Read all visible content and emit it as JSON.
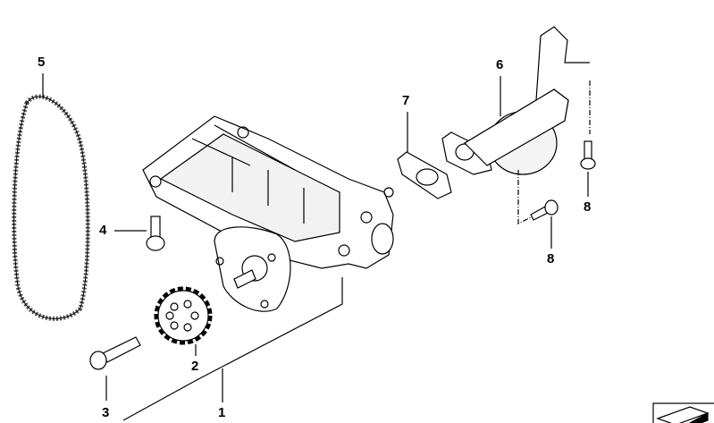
{
  "callouts": [
    {
      "id": "5",
      "text": "5"
    },
    {
      "id": "7",
      "text": "7"
    },
    {
      "id": "6",
      "text": "6"
    },
    {
      "id": "4",
      "text": "4"
    },
    {
      "id": "8a",
      "text": "8"
    },
    {
      "id": "8b",
      "text": "8"
    },
    {
      "id": "2",
      "text": "2"
    },
    {
      "id": "3",
      "text": "3"
    },
    {
      "id": "1",
      "text": "1"
    }
  ],
  "colors": {
    "line": "#000000",
    "fill": "#ffffff",
    "shade": "#e6e6e6"
  }
}
